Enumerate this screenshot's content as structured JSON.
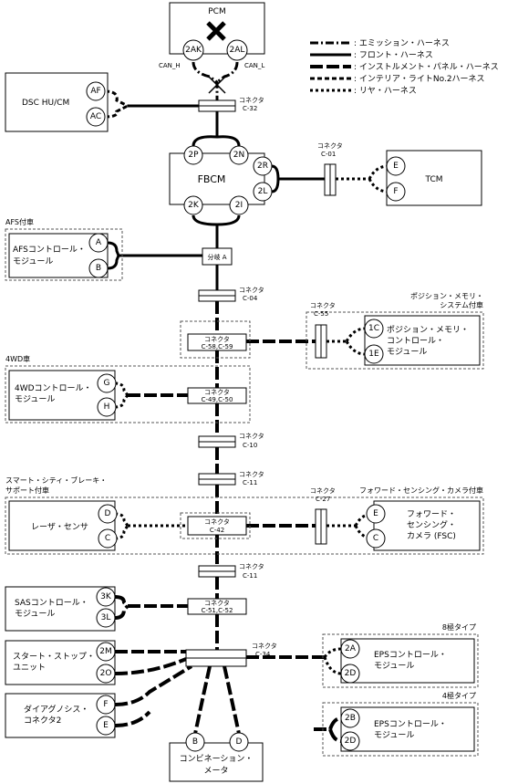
{
  "modules": {
    "pcm": "PCM",
    "dsc": "DSC HU/CM",
    "fbcm": "FBCM",
    "tcm": "TCM",
    "afs_ctrl": [
      "AFSコントロール・",
      "モジュール"
    ],
    "pos_mem": [
      "ポジション・メモリ・",
      "コントロール・",
      "モジュール"
    ],
    "wd_ctrl": [
      "4WDコントロール・",
      "モジュール"
    ],
    "laser": "レーザ・センサ",
    "fsc": [
      "フォワード・",
      "センシング・",
      "カメラ (FSC)"
    ],
    "sas": [
      "SASコントロール・",
      "モジュール"
    ],
    "start_stop": [
      "スタート・ストップ・",
      "ユニット"
    ],
    "diag": [
      "ダイアグノシス・",
      "コネクタ2"
    ],
    "eps8": [
      "EPSコントロール・",
      "モジュール"
    ],
    "eps4": [
      "EPSコントロール・",
      "モジュール"
    ],
    "combi": [
      "コンビネーション・",
      "メータ"
    ]
  },
  "pins": {
    "pcm_h": "2AK",
    "pcm_l": "2AL",
    "dsc_h": "AF",
    "dsc_l": "AC",
    "fbcm_top_h": "2P",
    "fbcm_top_l": "2N",
    "fbcm_right_h": "2R",
    "fbcm_right_l": "2L",
    "fbcm_bot_h": "2K",
    "fbcm_bot_l": "2I",
    "tcm_h": "E",
    "tcm_l": "F",
    "afs_h": "A",
    "afs_l": "B",
    "pos_h": "1C",
    "pos_l": "1E",
    "wd_h": "G",
    "wd_l": "H",
    "laser_h": "D",
    "laser_l": "C",
    "fsc_h": "E",
    "fsc_l": "C",
    "sas_h": "3K",
    "sas_l": "3L",
    "ss_h": "2M",
    "ss_l": "2O",
    "diag_h": "F",
    "diag_l": "E",
    "eps8_h": "2A",
    "eps8_l": "2D",
    "eps4_h": "2B",
    "eps4_l": "2D",
    "combi_h": "B",
    "combi_l": "D"
  },
  "signals": {
    "can_h": "CAN_H",
    "can_l": "CAN_L"
  },
  "connectors": {
    "c32": [
      "コネクタ",
      "C-32"
    ],
    "c01": [
      "コネクタ",
      "C-01"
    ],
    "c04": [
      "コネクタ",
      "C-04"
    ],
    "c55": [
      "コネクタ",
      "C-55"
    ],
    "c58": [
      "コネクタ",
      "C-58,C-59"
    ],
    "c49": [
      "コネクタ",
      "C-49,C-50"
    ],
    "c10": [
      "コネクタ",
      "C-10"
    ],
    "c11a": [
      "コネクタ",
      "C-11"
    ],
    "c42": [
      "コネクタ",
      "C-42"
    ],
    "c27": [
      "コネクタ",
      "C-27"
    ],
    "c11b": [
      "コネクタ",
      "C-11"
    ],
    "c51": [
      "コネクタ",
      "C-51,C-52"
    ],
    "c34": [
      "コネクタ",
      "C-34"
    ],
    "branch": "分岐 A"
  },
  "option_labels": {
    "afs": "AFS付車",
    "pos": [
      "ポジション・メモリ・",
      "システム付車"
    ],
    "wd": "4WD車",
    "ssbs": [
      "スマート・シティ・ブレーキ・",
      "サポート付車"
    ],
    "fsc": "フォワード・センシング・カメラ付車",
    "eps8": "8極タイプ",
    "eps4": "4極タイプ"
  },
  "legend": [
    {
      "label": ": エミッション・ハーネス",
      "style": "emission"
    },
    {
      "label": ": フロント・ハーネス",
      "style": "front"
    },
    {
      "label": ": インストルメント・パネル・ハーネス",
      "style": "instrument"
    },
    {
      "label": ": インテリア・ライトNo.2ハーネス",
      "style": "interior"
    },
    {
      "label": ": リヤ・ハーネス",
      "style": "rear"
    }
  ],
  "colors": {
    "line": "#000000",
    "box_dash": "#555555"
  }
}
